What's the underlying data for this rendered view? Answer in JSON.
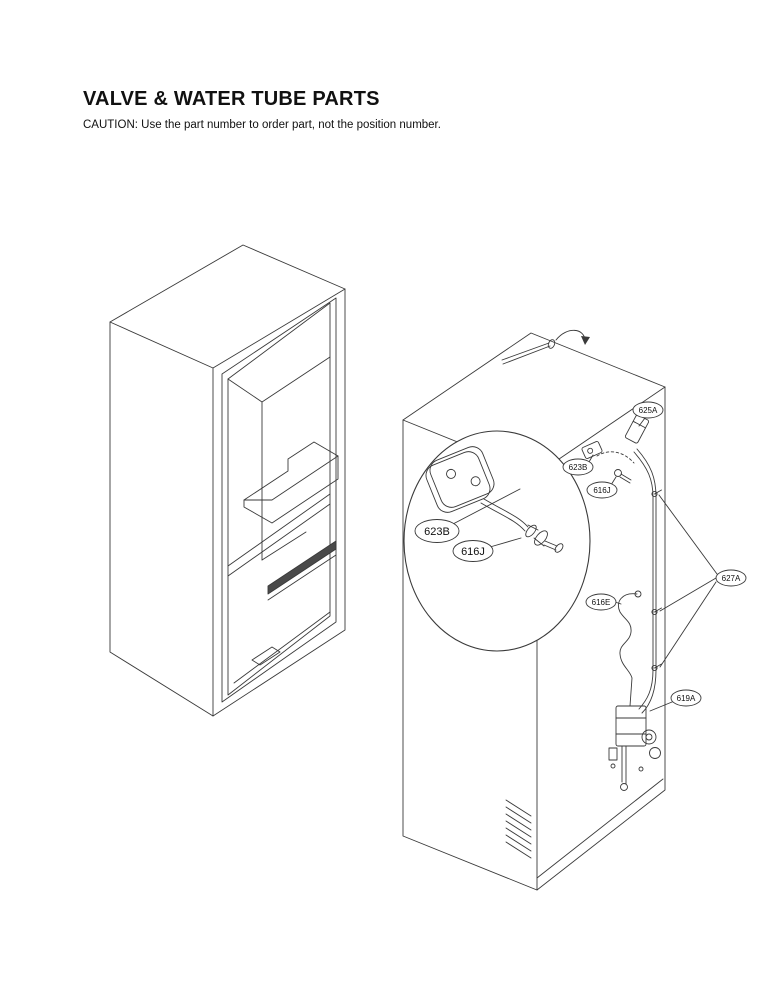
{
  "page": {
    "title": "VALVE & WATER TUBE PARTS",
    "caution": "CAUTION: Use the part number to order part, not the position number."
  },
  "callouts": {
    "detail_623B": "623B",
    "detail_616J": "616J",
    "pos_625A": "625A",
    "pos_623B": "623B",
    "pos_616J": "616J",
    "pos_627A": "627A",
    "pos_616E": "616E",
    "pos_619A": "619A"
  },
  "colors": {
    "line": "#3a3a3a",
    "text": "#111111"
  }
}
